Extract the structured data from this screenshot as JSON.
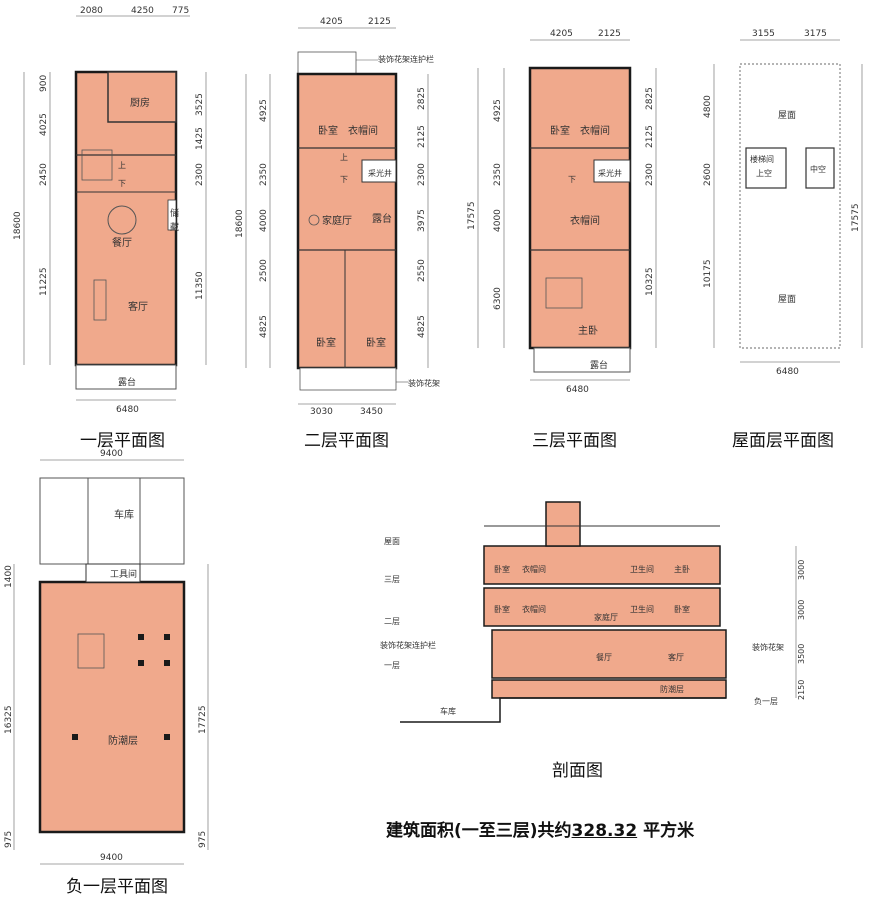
{
  "captions": {
    "floor1": "一层平面图",
    "floor2": "二层平面图",
    "floor3": "三层平面图",
    "roof": "屋面层平面图",
    "basement": "负一层平面图",
    "section": "剖面图"
  },
  "summary": {
    "prefix": "建筑面积(一至三层)共约",
    "value": "328.32",
    "unit": "平方米"
  },
  "floor1": {
    "top_dims": [
      "2080",
      "4250",
      "775"
    ],
    "bottom_dim": "6480",
    "left_dims": [
      "900",
      "4025",
      "2450",
      "11225"
    ],
    "left_total": "18600",
    "right_dims": [
      "3525",
      "1425",
      "2300",
      "11350"
    ],
    "rooms": [
      "厨房",
      "餐厅",
      "客厅",
      "露台",
      "储",
      "藏",
      "上",
      "下"
    ]
  },
  "floor2": {
    "top_dims": [
      "4205",
      "2125"
    ],
    "bottom_dims": [
      "3030",
      "3450"
    ],
    "left_dims": [
      "4925",
      "2350",
      "4000",
      "2500",
      "4825"
    ],
    "left_total": "18600",
    "right_dims": [
      "2825",
      "2125",
      "2300",
      "3975",
      "2550",
      "4825"
    ],
    "rooms": [
      "卧室",
      "衣帽间",
      "采光井",
      "家庭厅",
      "露台",
      "卧室",
      "卧室",
      "上",
      "下"
    ],
    "annotations": [
      "装饰花架连护栏",
      "装饰花架"
    ]
  },
  "floor3": {
    "top_dims": [
      "4205",
      "2125"
    ],
    "bottom_dim": "6480",
    "left_dims": [
      "4925",
      "2350",
      "4000",
      "6300"
    ],
    "left_total": "17575",
    "right_dims": [
      "2825",
      "2125",
      "2300",
      "10325"
    ],
    "rooms": [
      "卧室",
      "衣帽间",
      "采光井",
      "衣帽间",
      "主卧",
      "露台",
      "下"
    ]
  },
  "roof": {
    "top_dims": [
      "3155",
      "3175"
    ],
    "bottom_dim": "6480",
    "left_dims": [
      "4800",
      "2600",
      "10175"
    ],
    "right_total": "17575",
    "rooms": [
      "屋面",
      "楼梯间",
      "上空",
      "中空",
      "屋面"
    ]
  },
  "basement": {
    "top_dim": "9400",
    "bottom_dim": "9400",
    "left_dims": [
      "1400",
      "16325",
      "975"
    ],
    "right_dims": [
      "17725",
      "975"
    ],
    "rooms": [
      "车库",
      "工具间",
      "防潮层"
    ]
  },
  "section": {
    "levels_left": [
      "屋面",
      "三层",
      "二层",
      "一层",
      "负一层"
    ],
    "levels_right_dims": [
      "3000",
      "3000",
      "3500",
      "2150"
    ],
    "rooms": [
      "卧室",
      "衣帽间",
      "卫生间",
      "主卧",
      "卧室",
      "衣帽间",
      "家庭厅",
      "卫生间",
      "卧室",
      "餐厅",
      "客厅",
      "防潮层",
      "车库"
    ],
    "annotations": [
      "装饰花架连护栏",
      "装饰花架"
    ]
  },
  "colors": {
    "fill": "#f0a98c",
    "wall": "#1a1a1a",
    "line": "#555555",
    "dimline": "#888888"
  }
}
